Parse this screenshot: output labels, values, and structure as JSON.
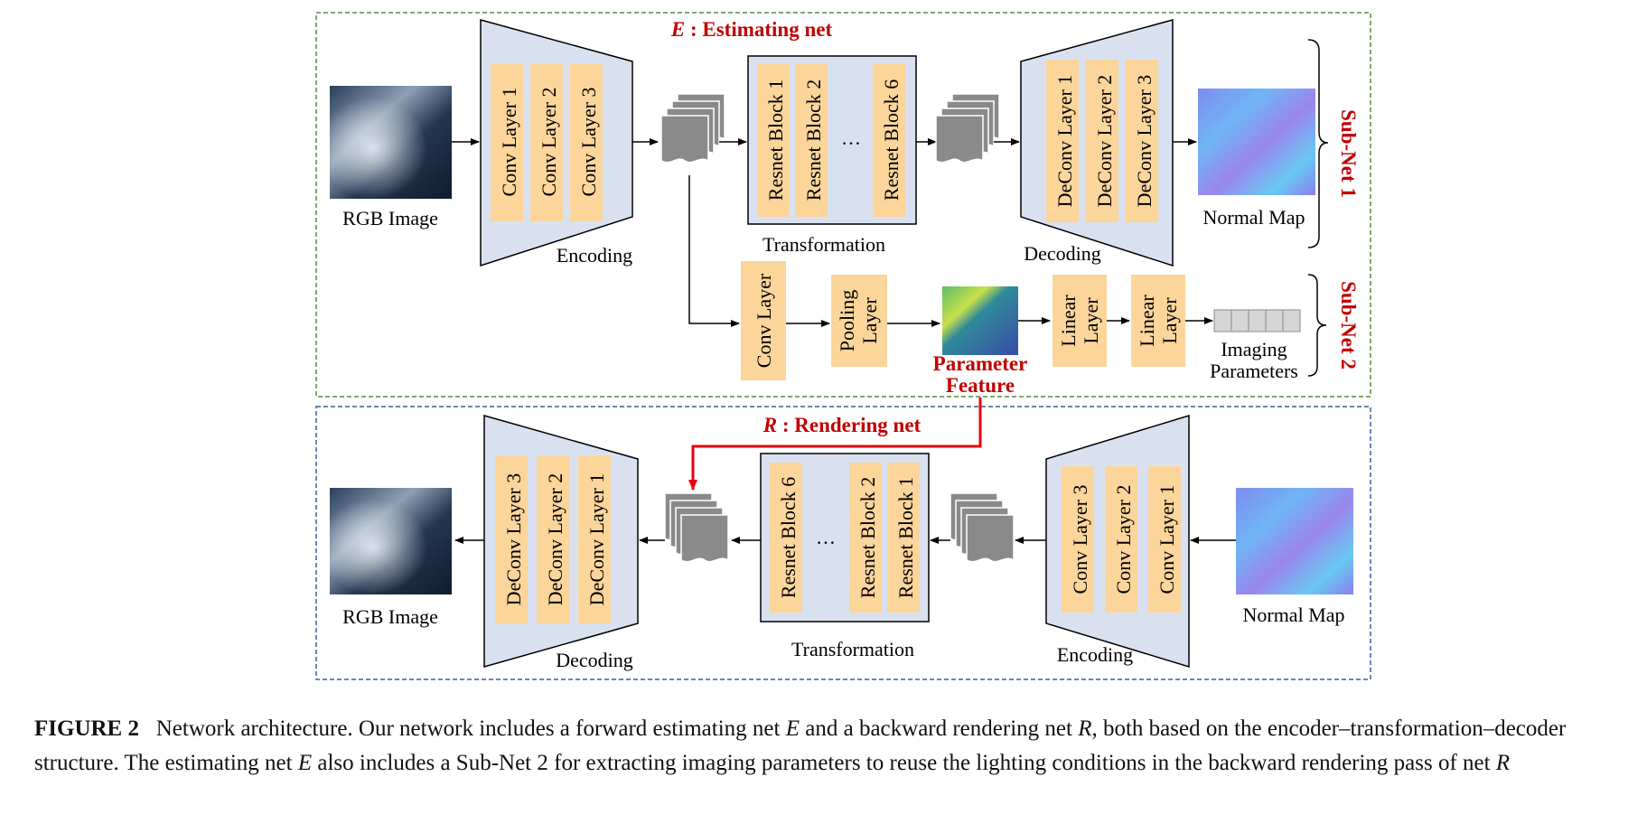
{
  "estimating_net": {
    "title_letter": "E",
    "title_text": " : Estimating net",
    "input_label": "RGB Image",
    "encoder": {
      "label": "Encoding",
      "layers": [
        "Conv Layer 1",
        "Conv Layer 2",
        "Conv Layer 3"
      ]
    },
    "transformation": {
      "label": "Transformation",
      "blocks": [
        "Resnet Block 1",
        "Resnet Block 2",
        "…",
        "Resnet Block 6"
      ]
    },
    "decoder": {
      "label": "Decoding",
      "layers": [
        "DeConv Layer 1",
        "DeConv Layer 2",
        "DeConv Layer 3"
      ]
    },
    "output_label": "Normal Map",
    "subnet1_label": "Sub-Net 1",
    "subnet2": {
      "label": "Sub-Net 2",
      "conv": "Conv Layer",
      "pooling": [
        "Pooling",
        "Layer"
      ],
      "feature_label": [
        "Parameter",
        "Feature"
      ],
      "linear1": [
        "Linear",
        "Layer"
      ],
      "linear2": [
        "Linear",
        "Layer"
      ],
      "output_label": [
        "Imaging",
        "Parameters"
      ]
    }
  },
  "rendering_net": {
    "title_letter": "R",
    "title_text": " : Rendering net",
    "output_label": "RGB Image",
    "decoder": {
      "label": "Decoding",
      "layers": [
        "DeConv Layer 3",
        "DeConv Layer 2",
        "DeConv Layer 1"
      ]
    },
    "transformation": {
      "label": "Transformation",
      "blocks": [
        "Resnet Block 6",
        "…",
        "Resnet Block 2",
        "Resnet Block 1"
      ]
    },
    "encoder": {
      "label": "Encoding",
      "layers": [
        "Conv Layer 3",
        "Conv Layer 2",
        "Conv Layer 1"
      ]
    },
    "input_label": "Normal Map"
  },
  "caption": {
    "label": "FIGURE 2",
    "text_1": "Network architecture. Our network includes a forward estimating net ",
    "var_E": "E",
    "text_2": " and a backward rendering net ",
    "var_R": "R",
    "text_3": ", both based on the encoder–transformation–decoder structure. The estimating net ",
    "var_E2": "E",
    "text_4": " also includes a Sub-Net 2 for extracting imaging parameters to reuse the lighting conditions in the backward rendering pass of net ",
    "var_R2": "R"
  },
  "colors": {
    "layer_fill": "#fcd59b",
    "block_fill": "#d9e1f1",
    "green_border": "#5a8a3a",
    "blue_border": "#3a5f9e",
    "title_red": "#c00000",
    "arrow_red": "#e8000f",
    "feature_gray": "#8a8a8a"
  }
}
